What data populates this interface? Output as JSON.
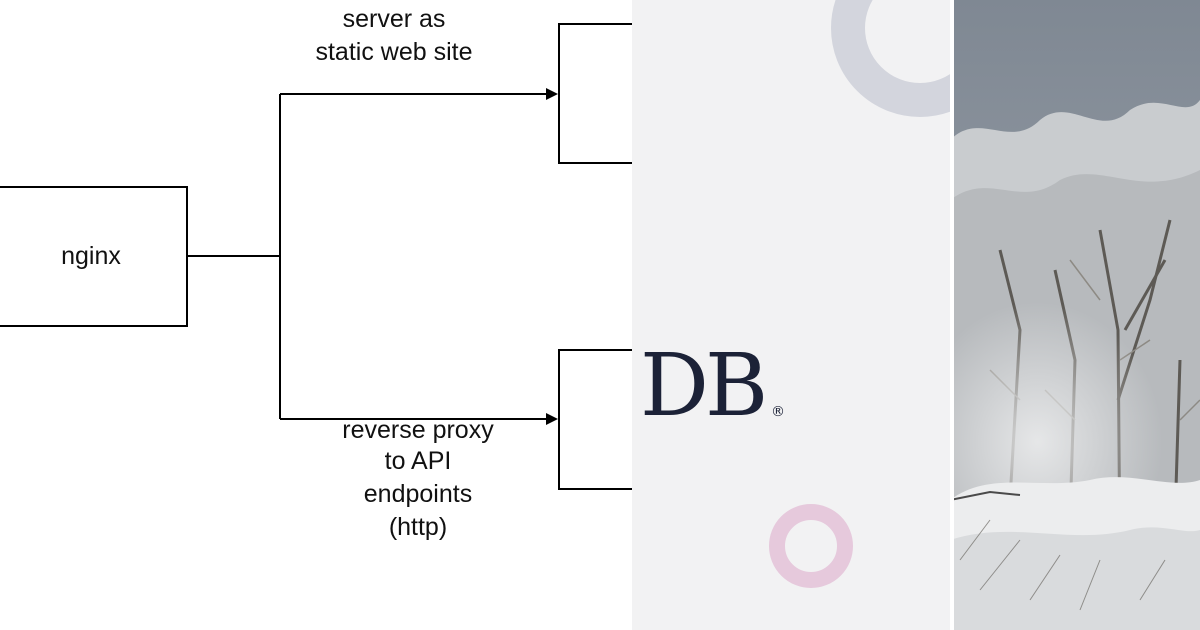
{
  "diagram": {
    "source_label": "nginx",
    "top_edge_label_line1": "server as",
    "top_edge_label_line2": "static web site",
    "bottom_edge_label_line1": "reverse proxy",
    "bottom_edge_label_line2": "to API",
    "bottom_edge_label_line3": "endpoints",
    "bottom_edge_label_line4": "(http)"
  },
  "logo": {
    "wordmark_visible": "DB",
    "registered_mark": "®",
    "ring_colors": {
      "gray": "#d3d5dd",
      "pink": "#e6c9dc"
    },
    "text_color": "#1c2237"
  },
  "photo": {
    "icon": "snowy-forest-photo"
  }
}
